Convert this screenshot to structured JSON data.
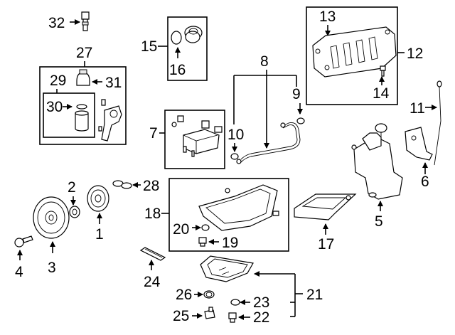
{
  "diagram": {
    "labels": {
      "p1": "1",
      "p2": "2",
      "p3": "3",
      "p4": "4",
      "p5": "5",
      "p6": "6",
      "p7": "7",
      "p8": "8",
      "p9": "9",
      "p10": "10",
      "p11": "11",
      "p12": "12",
      "p13": "13",
      "p14": "14",
      "p15": "15",
      "p16": "16",
      "p17": "17",
      "p18": "18",
      "p19": "19",
      "p20": "20",
      "p21": "21",
      "p22": "22",
      "p23": "23",
      "p24": "24",
      "p25": "25",
      "p26": "26",
      "p27": "27",
      "p28": "28",
      "p29": "29",
      "p30": "30",
      "p31": "31",
      "p32": "32"
    }
  }
}
